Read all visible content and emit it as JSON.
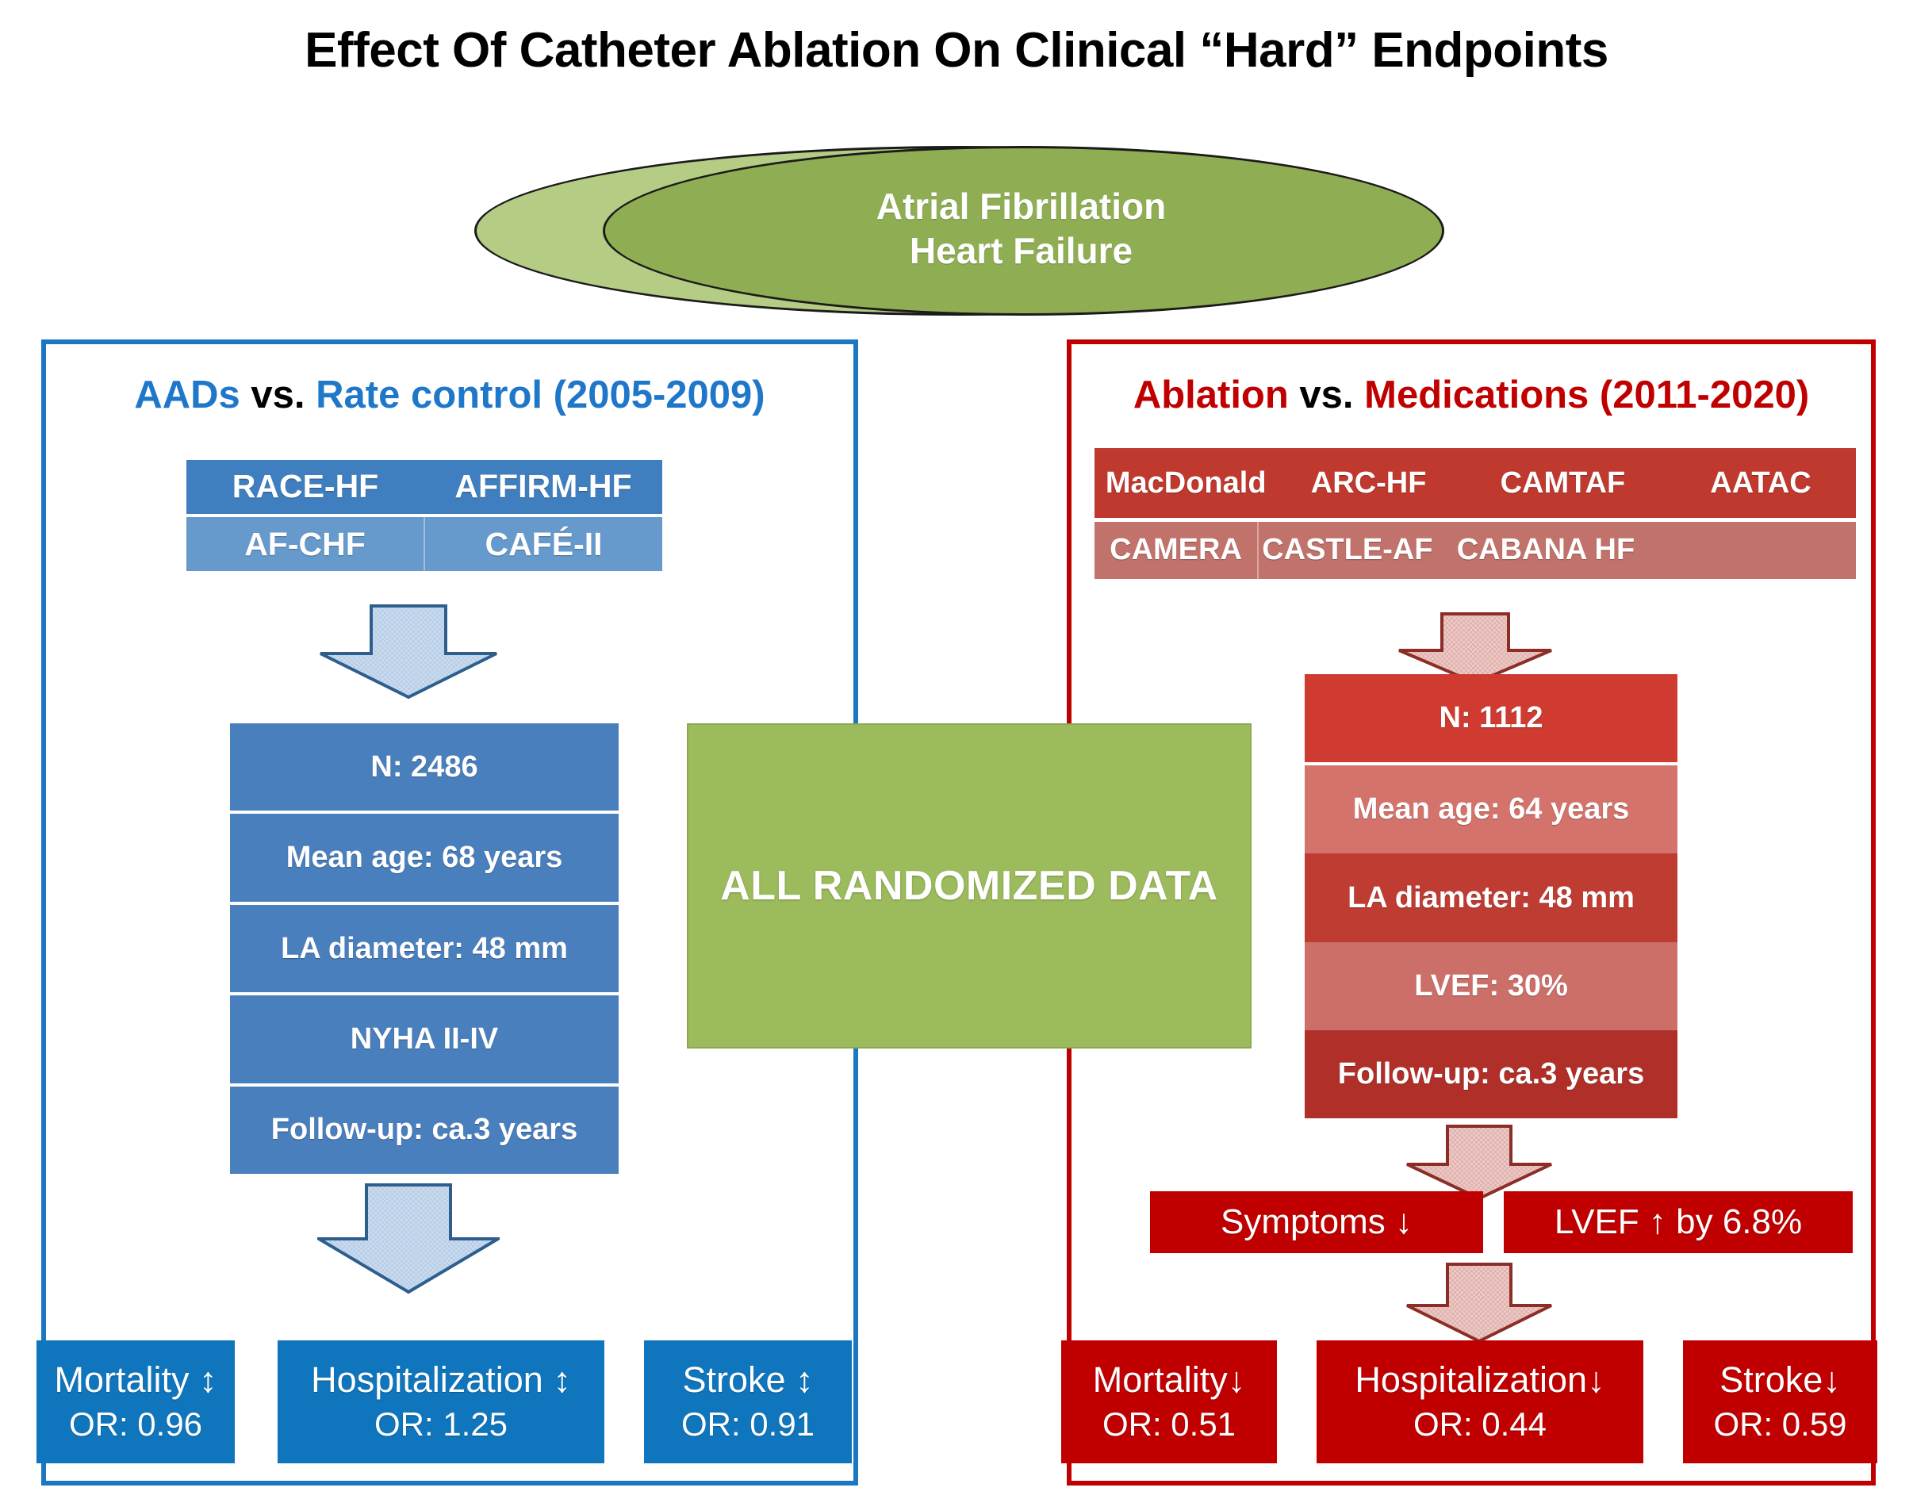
{
  "title": "Effect Of Catheter Ablation On Clinical “Hard” Endpoints",
  "venn": {
    "line1": "Atrial Fibrillation",
    "line2": "Heart Failure",
    "outer_color": "#b4cc84",
    "inner_color": "#8fae54"
  },
  "center": {
    "label": "ALL RANDOMIZED DATA",
    "color": "#9cbb5c"
  },
  "left": {
    "accent": "#1c77c3",
    "header_pre": "AADs ",
    "header_vs": "vs.",
    "header_post": " Rate control (2005-2009)",
    "trials_row1": [
      "RACE-HF",
      "AFFIRM-HF"
    ],
    "trials_row2": [
      "AF-CHF",
      "CAFÉ-II"
    ],
    "stats": [
      "N: 2486",
      "Mean age: 68 years",
      "LA diameter: 48 mm",
      "NYHA II-IV",
      "Follow-up: ca.3 years"
    ],
    "outcomes": [
      {
        "label": "Mortality ↕",
        "or": "OR: 0.96"
      },
      {
        "label": "Hospitalization ↕",
        "or": "OR: 1.25"
      },
      {
        "label": "Stroke ↕",
        "or": "OR: 0.91"
      }
    ]
  },
  "right": {
    "accent": "#c00000",
    "header_pre": "Ablation ",
    "header_vs": "vs.",
    "header_post": " Medications (2011-2020)",
    "trials_row1": [
      "MacDonald",
      "ARC-HF",
      "CAMTAF",
      "AATAC"
    ],
    "trials_row2": [
      "CAMERA",
      "CASTLE-AF",
      "CABANA HF"
    ],
    "stats": [
      "N: 1112",
      "Mean age: 64 years",
      "LA diameter: 48 mm",
      "LVEF: 30%",
      "Follow-up: ca.3 years"
    ],
    "mid_results": [
      "Symptoms ↓",
      "LVEF ↑ by 6.8%"
    ],
    "outcomes": [
      {
        "label": "Mortality↓",
        "or": "OR: 0.51"
      },
      {
        "label": "Hospitalization↓",
        "or": "OR: 0.44"
      },
      {
        "label": "Stroke↓",
        "or": "OR: 0.59"
      }
    ]
  }
}
